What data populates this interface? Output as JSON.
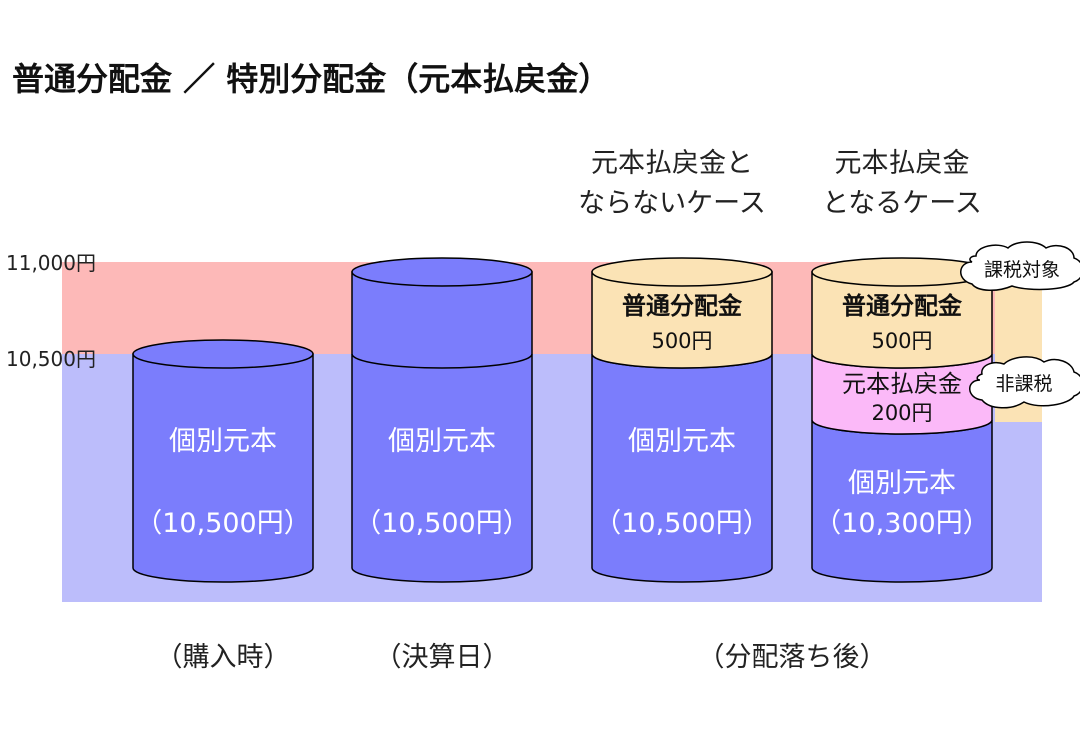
{
  "title": "普通分配金 ／ 特別分配金（元本払戻金）",
  "y_ticks": {
    "upper": "11,000円",
    "lower": "10,500円"
  },
  "case_headings": {
    "no_return": {
      "line1": "元本払戻金と",
      "line2": "ならないケース"
    },
    "return": {
      "line1": "元本払戻金",
      "line2": "となるケース"
    }
  },
  "cylinders": [
    {
      "label": "個別元本",
      "amount": "（10,500円）"
    },
    {
      "label": "個別元本",
      "amount": "（10,500円）"
    },
    {
      "label": "個別元本",
      "amount": "（10,500円）",
      "top_segment": {
        "label": "普通分配金",
        "amount": "500円"
      }
    },
    {
      "label": "個別元本",
      "amount": "（10,300円）",
      "top_segment": {
        "label": "普通分配金",
        "amount": "500円"
      },
      "mid_segment": {
        "label": "元本払戻金",
        "amount": "200円"
      }
    }
  ],
  "bubbles": {
    "taxable": "課税対象",
    "non_taxable": "非課税"
  },
  "stage_labels": {
    "purchase": "（購入時）",
    "settlement": "（決算日）",
    "after": "（分配落ち後）"
  },
  "colors": {
    "principal_blue": "#7b7dfc",
    "band_blue": "#bcbdfb",
    "band_red": "#fdb9b8",
    "dividend_beige": "#fbe3b5",
    "return_pink": "#fbb9f8"
  }
}
